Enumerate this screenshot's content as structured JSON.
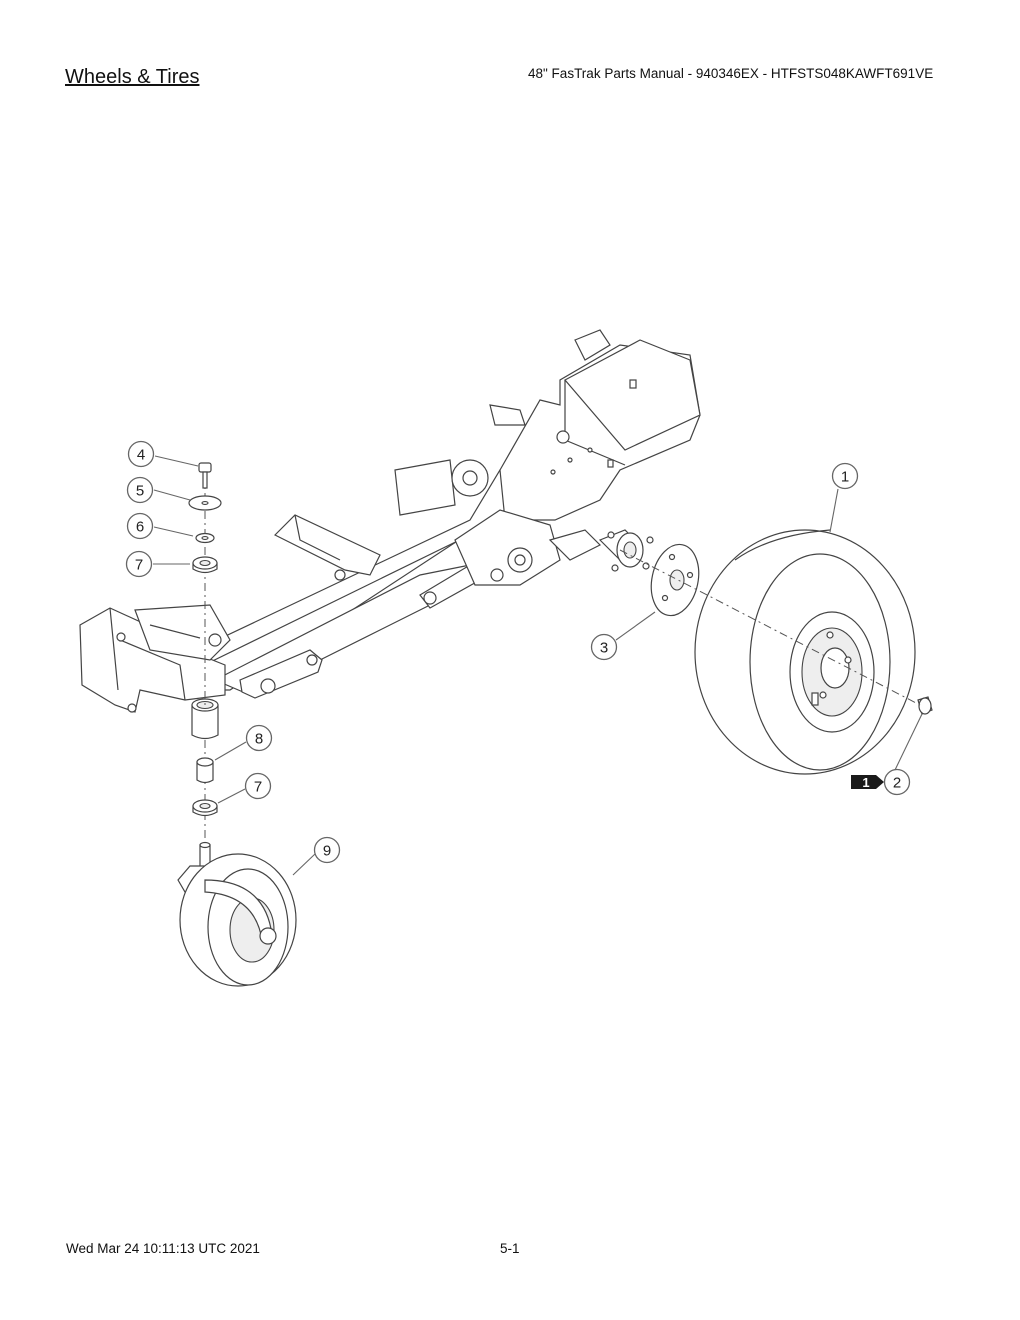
{
  "header": {
    "section_title": "Wheels & Tires",
    "manual_title": "48\" FasTrak Parts Manual - 940346EX - HTFSTS048KAWFT691VE"
  },
  "footer": {
    "timestamp": "Wed Mar 24 10:11:13 UTC 2021",
    "page_number": "5-1"
  },
  "callouts": [
    {
      "id": "callout-4",
      "label": "4"
    },
    {
      "id": "callout-5",
      "label": "5"
    },
    {
      "id": "callout-6",
      "label": "6"
    },
    {
      "id": "callout-7-upper",
      "label": "7"
    },
    {
      "id": "callout-1",
      "label": "1"
    },
    {
      "id": "callout-3",
      "label": "3"
    },
    {
      "id": "callout-8",
      "label": "8"
    },
    {
      "id": "callout-7-lower",
      "label": "7"
    },
    {
      "id": "callout-9",
      "label": "9"
    },
    {
      "id": "callout-2",
      "label": "2"
    }
  ],
  "badge": {
    "label": "1"
  }
}
